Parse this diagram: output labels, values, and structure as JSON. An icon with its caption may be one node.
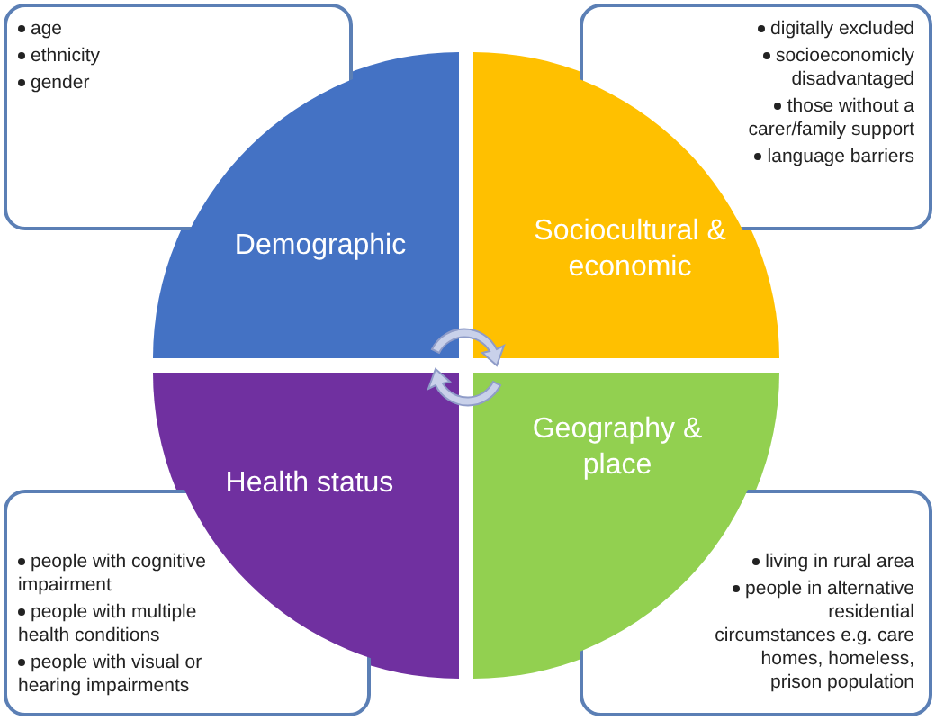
{
  "diagram": {
    "nodes": [
      {
        "text": [
          "age",
          "ethnicity",
          "gender"
        ]
      },
      {
        "text": [
          "digitally excluded",
          "socioeconomicly disadvantaged",
          "those without a carer/family support",
          "language barriers"
        ]
      },
      {
        "text": [
          "Demographic"
        ]
      },
      {
        "text": [
          "Sociocultural & economic"
        ]
      },
      {
        "text": [
          "Health status"
        ]
      },
      {
        "text": [
          "Geography & place"
        ]
      },
      {
        "text": [
          "people with cognitive impairment",
          "people with multiple health conditions",
          "people with visual or hearing impairments"
        ]
      },
      {
        "text": [
          "living in rural area",
          "people in alternative residential circumstances e.g. care homes, homeless, prison population"
        ]
      }
    ]
  }
}
